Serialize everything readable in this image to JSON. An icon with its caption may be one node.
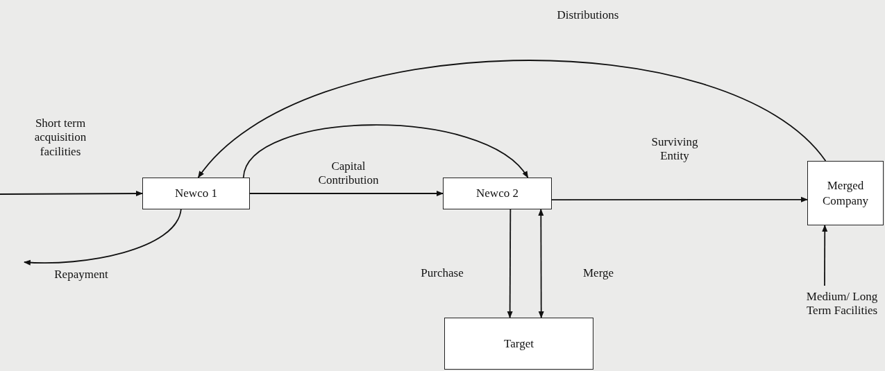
{
  "diagram": {
    "nodes": [
      {
        "text": [
          "Newco 1"
        ]
      },
      {
        "text": [
          "Newco 2"
        ]
      },
      {
        "text": [
          "Merged Company"
        ]
      },
      {
        "text": [
          "Target"
        ]
      }
    ],
    "edges": [
      {
        "from": null,
        "to": 0,
        "arrow": "to",
        "label": "Short term acquisition facilities"
      },
      {
        "from": 0,
        "to": null,
        "arrow": "to",
        "label": "Repayment"
      },
      {
        "from": 0,
        "to": 1,
        "arrow": "to",
        "label": "Capital Contribution"
      },
      {
        "from": 0,
        "to": 1,
        "arrow": "to"
      },
      {
        "from": 1,
        "to": 2,
        "arrow": "to",
        "label": "Surviving Entity"
      },
      {
        "from": 2,
        "to": 0,
        "arrow": "to",
        "label": "Distributions"
      },
      {
        "from": 1,
        "to": 3,
        "arrow": "to",
        "label": "Purchase"
      },
      {
        "from": 1,
        "to": 3,
        "arrow": "both",
        "label": "Merge"
      },
      {
        "from": null,
        "to": 2,
        "arrow": "to",
        "label": "Medium/ Long Term Facilities"
      }
    ]
  }
}
